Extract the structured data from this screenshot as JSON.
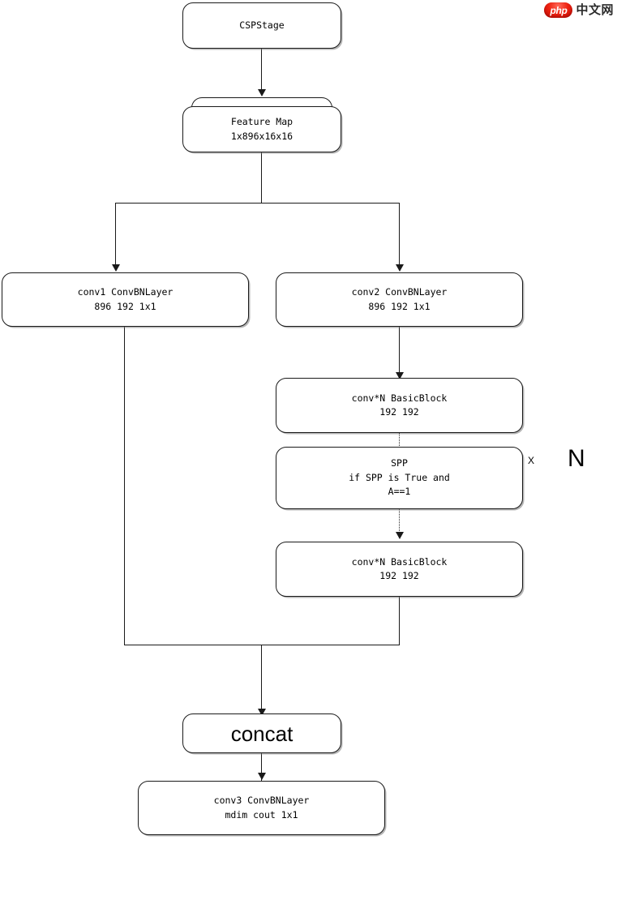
{
  "watermark": {
    "badge_text": "php",
    "site_text": "中文网",
    "badge_color": "#ee2211"
  },
  "diagram": {
    "title": "CSPStage",
    "type": "flowchart",
    "background": "#ffffff",
    "stroke_color": "#1a1a1a"
  },
  "nodes": {
    "cspstage": {
      "label": "CSPStage"
    },
    "feature_map": {
      "line1": "Feature Map",
      "line2": "1x896x16x16"
    },
    "conv1": {
      "line1": "conv1 ConvBNLayer",
      "line2": "896 192 1x1"
    },
    "conv2": {
      "line1": "conv2 ConvBNLayer",
      "line2": "896 192 1x1"
    },
    "basicblock_top": {
      "line1": "conv*N BasicBlock",
      "line2": "192 192"
    },
    "spp": {
      "line1": "SPP",
      "line2": "if SPP is True and",
      "line3": "A==1"
    },
    "basicblock_bottom": {
      "line1": "conv*N BasicBlock",
      "line2": "192 192"
    },
    "concat": {
      "label": "concat"
    },
    "conv3": {
      "line1": "conv3 ConvBNLayer",
      "line2": "mdim cout 1x1"
    }
  },
  "annotations": {
    "loop_multiplier": "X",
    "loop_count": "N"
  }
}
